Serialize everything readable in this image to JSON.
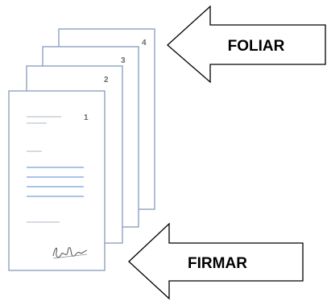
{
  "pages": [
    {
      "number": "1",
      "lines": 4,
      "signed": true
    },
    {
      "number": "2"
    },
    {
      "number": "3"
    },
    {
      "number": "4"
    }
  ],
  "arrows": {
    "top_label": "FOLIAR",
    "bottom_label": "FIRMAR"
  },
  "colors": {
    "page_border": "#8ea3c0",
    "page_fill": "#ffffff",
    "text_lines": "#a9c4e8",
    "arrow_stroke": "#000000"
  },
  "icons": {
    "signature": "handwritten-signature-icon"
  }
}
